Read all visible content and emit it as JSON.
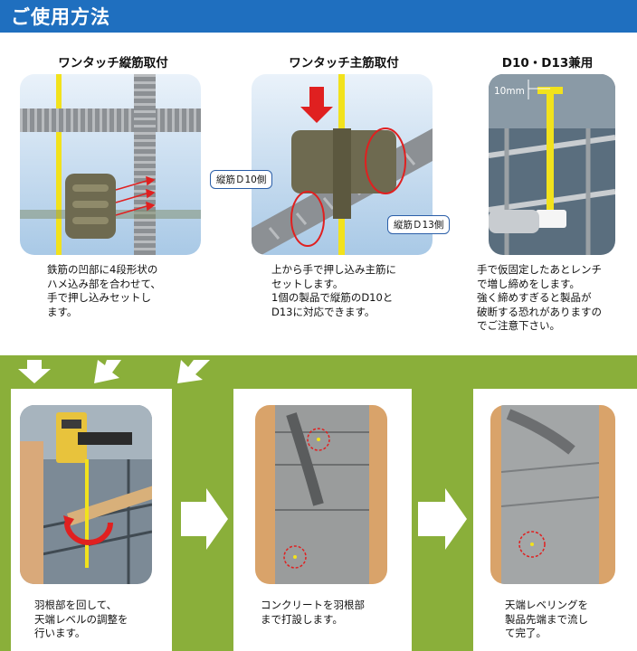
{
  "header": {
    "title": "ご使用方法"
  },
  "steps": [
    {
      "title": "ワンタッチ縦筋取付",
      "lines": [
        "鉄筋の凹部に4段形状の",
        "ハメ込み部を合わせて、",
        "手で押し込みセットし",
        "ます。"
      ]
    },
    {
      "title": "ワンタッチ主筋取付",
      "callout_left": "縦筋Ｄ10側",
      "callout_right": "縦筋Ｄ13側",
      "lines": [
        "上から手で押し込み主筋に",
        "セットします。",
        "1個の製品で縦筋のD10と",
        "D13に対応できます。"
      ]
    },
    {
      "title": "D10・D13兼用",
      "measure": "10mm",
      "lines": [
        "手で仮固定したあとレンチ",
        "で増し締めをします。",
        "強く締めすぎると製品が",
        "破断する恐れがありますの",
        "でご注意下さい。"
      ]
    },
    {
      "lines": [
        "羽根部を回して、",
        "天端レベルの調整を",
        "行います。"
      ]
    },
    {
      "lines": [
        "コンクリートを羽根部",
        "まで打設します。"
      ]
    },
    {
      "lines": [
        "天端レベリングを",
        "製品先端まで流し",
        "て完了。"
      ]
    }
  ],
  "colors": {
    "header": "#1f6fbf",
    "flow_green": "#8aaf3a",
    "rebar_yellow": "#f2e21c",
    "callout_border": "#2a5ea8",
    "red_marker": "#e02020"
  },
  "icons": [
    "down-arrow-icon",
    "right-arrow-icon"
  ]
}
